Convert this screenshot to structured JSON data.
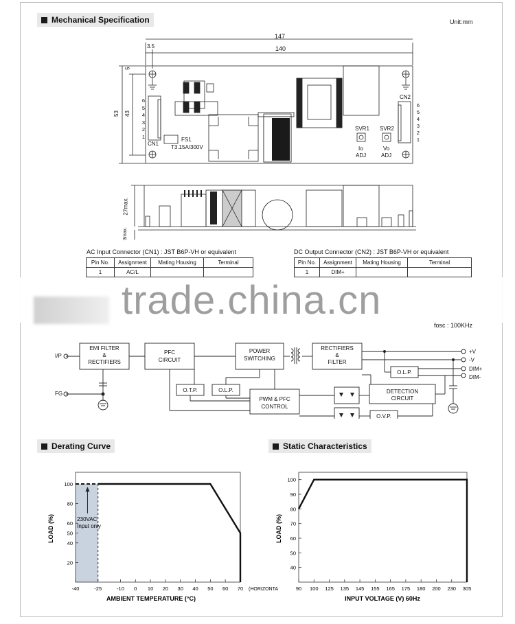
{
  "mechanical": {
    "title": "Mechanical Specification",
    "unit": "Unit:mm",
    "dims": {
      "d147": "147",
      "d140": "140",
      "d35": "3.5",
      "d5": "5",
      "d53": "53",
      "d43": "43",
      "d27": "27max.",
      "d3": "3max."
    },
    "labels": {
      "cn1": "CN1",
      "cn2": "CN2",
      "fs1": "FS1",
      "fuse": "T3.15A/300V",
      "svr1": "SVR1",
      "svr2": "SVR2",
      "io": "Io",
      "vo": "Vo",
      "adj1": "ADJ",
      "adj2": "ADJ",
      "cn1_pins": [
        "6",
        "5",
        "4",
        "3",
        "2",
        "1"
      ],
      "cn2_pins": [
        "6",
        "5",
        "4",
        "3",
        "2",
        "1"
      ]
    }
  },
  "connectors": {
    "ac": {
      "title": "AC Input Connector (CN1) : JST B6P-VH or equivalent",
      "headers": [
        "Pin No.",
        "Assignment",
        "Mating Housing",
        "Terminal"
      ],
      "row": [
        "1",
        "AC/L",
        "",
        ""
      ]
    },
    "dc": {
      "title": "DC Output Connector (CN2) : JST B6P-VH or equivalent",
      "headers": [
        "Pin No.",
        "Assignment",
        "Mating Housing",
        "Terminal"
      ],
      "row": [
        "1",
        "DIM+",
        "",
        ""
      ]
    }
  },
  "watermark": "trade.china.cn",
  "block": {
    "fosc": "fosc :  100KHz",
    "ip": "I/P",
    "fg": "FG",
    "emi": [
      "EMI FILTER",
      "&",
      "RECTIFIERS"
    ],
    "pfc": [
      "PFC",
      "CIRCUIT"
    ],
    "power": [
      "POWER",
      "SWITCHING"
    ],
    "rect": [
      "RECTIFIERS",
      "&",
      "FILTER"
    ],
    "otp": "O.T.P.",
    "olp1": "O.L.P.",
    "olp2": "O.L.P.",
    "ovp": "O.V.P.",
    "pwm": [
      "PWM & PFC",
      "CONTROL"
    ],
    "det": [
      "DETECTION",
      "CIRCUIT"
    ],
    "outputs": [
      "+V",
      "-V",
      "DIM+",
      "DIM-"
    ]
  },
  "derating": {
    "title": "Derating Curve",
    "annotation": [
      "230VAC",
      "Input only"
    ],
    "chart_data": {
      "type": "line",
      "xlabel": "AMBIENT TEMPERATURE (°C)",
      "ylabel": "LOAD (%)",
      "x_ticks": [
        "-40",
        "-25",
        "-10",
        "0",
        "10",
        "20",
        "30",
        "40",
        "50",
        "60",
        "70"
      ],
      "x_tick_values": [
        -40,
        -25,
        -10,
        0,
        10,
        20,
        30,
        40,
        50,
        60,
        70
      ],
      "x_axis_note": "(HORIZONTAL)",
      "y_ticks": [
        "100",
        "80",
        "60",
        "50",
        "40",
        "20"
      ],
      "y_tick_values": [
        100,
        80,
        60,
        50,
        40,
        20
      ],
      "xlim": [
        -40,
        70
      ],
      "ylim": [
        0,
        100
      ],
      "series": [
        {
          "values": [
            [
              -25,
              100
            ],
            [
              50,
              100
            ],
            [
              70,
              50
            ],
            [
              70,
              0
            ]
          ]
        },
        {
          "values": [
            [
              -40,
              100
            ],
            [
              -25,
              100
            ]
          ]
        }
      ],
      "shaded_range": [
        -40,
        -25
      ]
    }
  },
  "static": {
    "title": "Static Characteristics",
    "chart_data": {
      "type": "line",
      "xlabel": "INPUT VOLTAGE (V) 60Hz",
      "ylabel": "LOAD (%)",
      "x_ticks": [
        "90",
        "100",
        "125",
        "135",
        "145",
        "155",
        "165",
        "175",
        "180",
        "200",
        "230",
        "305"
      ],
      "y_ticks": [
        "100",
        "90",
        "80",
        "70",
        "60",
        "50",
        "40"
      ],
      "y_tick_values": [
        100,
        90,
        80,
        70,
        60,
        50,
        40
      ],
      "ylim": [
        30,
        105
      ],
      "series": [
        {
          "values": [
            [
              "90",
              80
            ],
            [
              "100",
              100
            ],
            [
              "305",
              100
            ],
            [
              "305",
              30
            ]
          ]
        }
      ]
    }
  }
}
